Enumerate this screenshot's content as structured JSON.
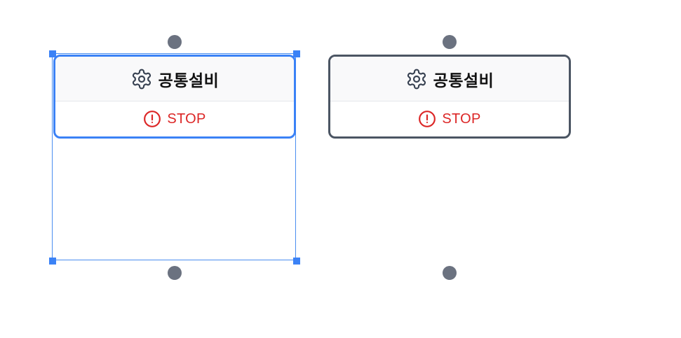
{
  "canvas": {
    "nodes": [
      {
        "title": "공통설비",
        "status": "STOP",
        "selected": true,
        "icon": "gear-icon",
        "status_icon": "alert-circle-icon"
      },
      {
        "title": "공통설비",
        "status": "STOP",
        "selected": false,
        "icon": "gear-icon",
        "status_icon": "alert-circle-icon"
      }
    ]
  },
  "colors": {
    "selection": "#3b82f6",
    "node_border": "#4b5563",
    "handle": "#6b7280",
    "status": "#dc2626",
    "header_bg": "#f9f9fa"
  }
}
